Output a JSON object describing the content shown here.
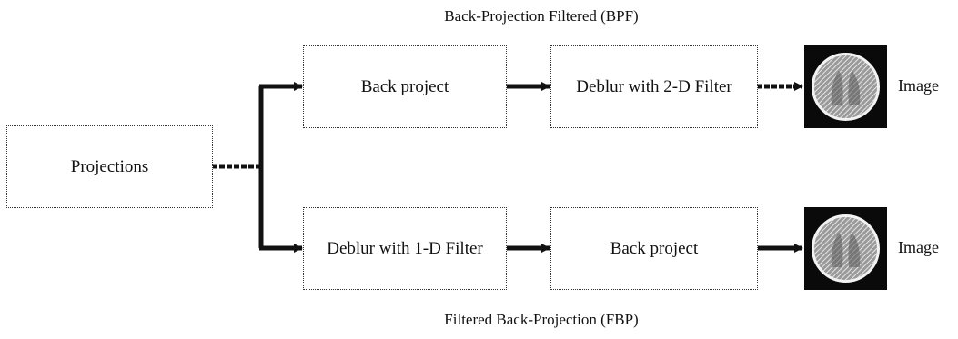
{
  "diagram": {
    "top_caption": "Back-Projection Filtered (BPF)",
    "bottom_caption": "Filtered Back-Projection (FBP)",
    "source_box": "Projections",
    "bpf": {
      "step1": "Back project",
      "step2": "Deblur with 2-D Filter",
      "output_label": "Image",
      "output_icon": "reconstructed-phantom-icon"
    },
    "fbp": {
      "step1": "Deblur with 1-D Filter",
      "step2": "Back project",
      "output_label": "Image",
      "output_icon": "reconstructed-phantom-icon"
    },
    "colors": {
      "line": "#111111",
      "thumb_bg": "#0a0a0a",
      "thumb_circle": "#d8d8d8"
    }
  }
}
